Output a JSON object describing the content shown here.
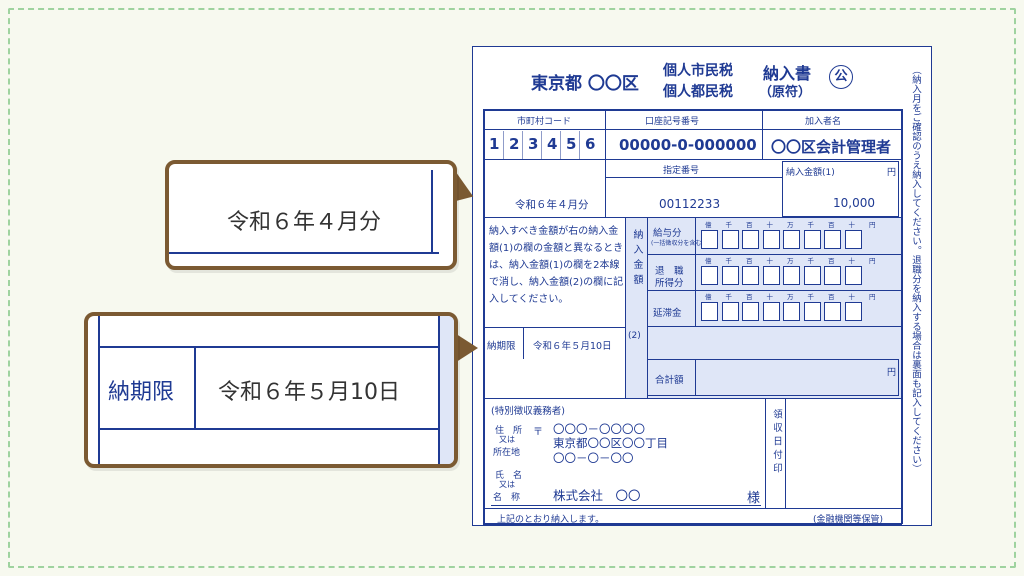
{
  "form": {
    "office": "東京都 〇〇区",
    "tax_line1": "個人市民税",
    "tax_line2": "個人都民税",
    "doc_title": "納入書",
    "doc_sub": "（原符）",
    "seal": "公",
    "side_note_right": "（納入月をご確認のうえ納入してください。退職分を納入する場合は裏面も記入してください）",
    "header_cols": {
      "municipal_code": "市町村コード",
      "account_no": "口座記号番号",
      "payee": "加入者名"
    },
    "code_digits": [
      "1",
      "2",
      "3",
      "4",
      "5",
      "6"
    ],
    "account_value": "00000-0-000000",
    "payee_value": "〇〇区会計管理者",
    "designated_no_label": "指定番号",
    "designated_no_value": "00112233",
    "payment_month": "令和６年４月分",
    "amount1_label": "納入金額(1)",
    "yen": "円",
    "amount1_value": "10,000",
    "instructions": "納入すべき金額が右の納入金額(1)の欄の金額と異なるときは、納入金額(1)の欄を2本線で消し、納入金額(2)の欄に記入してください。",
    "amount2_vertical": "納入金額",
    "amount2_suffix": "(2)",
    "row_salary": "給与分",
    "row_salary_sub": "(一括徴収分を含む)",
    "row_retire_1": "退　職",
    "row_retire_2": "所得分",
    "row_late": "延滞金",
    "row_total": "合計額",
    "digit_headers": [
      "億",
      "千",
      "百",
      "十",
      "万",
      "千",
      "百",
      "十",
      "円"
    ],
    "due_label": "納期限",
    "due_value": "令和６年５月10日",
    "withholder_heading": "(特別徴収義務者)",
    "address_label_1": "住　所",
    "address_label_2": "又は",
    "address_label_3": "所在地",
    "postal_mark": "〒",
    "postal_code": "〇〇〇－〇〇〇〇",
    "address_line1": "東京都〇〇区〇〇丁目",
    "address_line2": "〇〇－〇－〇〇",
    "name_label_1": "氏　名",
    "name_label_2": "又は",
    "name_label_3": "名　称",
    "company_name": "株式会社　〇〇",
    "honorific": "様",
    "receipt_stamp": "領収日付印",
    "footer_left": "上記のとおり納入します。",
    "footer_right": "(金融機関等保管)"
  },
  "callout_month": {
    "text": "令和６年４月分"
  },
  "callout_due": {
    "label": "納期限",
    "value": "令和６年５月10日"
  }
}
